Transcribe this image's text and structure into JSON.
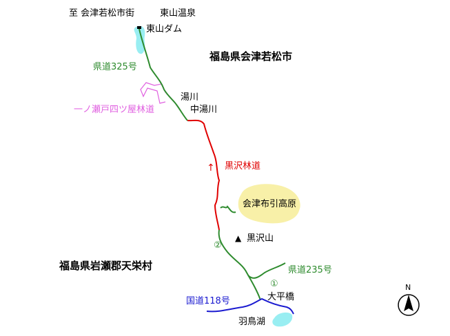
{
  "colors": {
    "prefectural_road": "#2e8b2e",
    "forest_road_pink": "#e060e0",
    "kurosawa_road": "#e00000",
    "national_road": "#1a1ad0",
    "water": "#99eef2",
    "plateau": "#f8f0a8"
  },
  "labels": {
    "to_city": "至 会津若松市街",
    "onsen": "東山温泉",
    "dam": "東山ダム",
    "city": "福島県会津若松市",
    "route325": "県道325号",
    "yugawa": "湯川",
    "nakayugawa": "中湯川",
    "ichinose": "一ノ瀬戸四ツ屋林道",
    "kurosawa_rindo": "黒沢林道",
    "arrow_up": "↑",
    "plateau": "会津布引高原",
    "mountain_marker": "▲",
    "mountain": "黒沢山",
    "marker2": "②",
    "village": "福島県岩瀬郡天栄村",
    "route235": "県道235号",
    "marker1": "①",
    "bridge": "大平橋",
    "route118": "国道118号",
    "lake": "羽鳥湖",
    "north": "N"
  }
}
